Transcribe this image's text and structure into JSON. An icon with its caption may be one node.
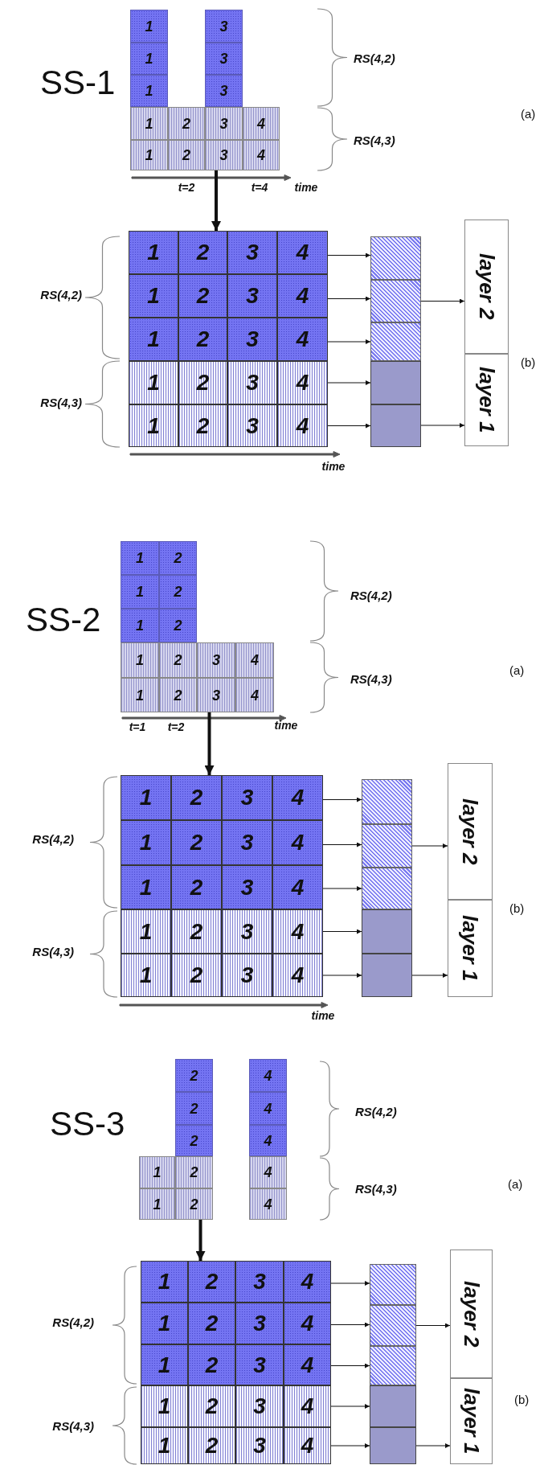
{
  "diagram": {
    "nodes": [
      {
        "text": [
          "1"
        ]
      },
      {
        "text": [
          "3"
        ]
      },
      {
        "text": [
          "1"
        ]
      },
      {
        "text": [
          "3"
        ]
      },
      {
        "text": [
          "1"
        ]
      },
      {
        "text": [
          "3"
        ]
      },
      {
        "text": [
          "1"
        ]
      },
      {
        "text": [
          "2"
        ]
      },
      {
        "text": [
          "3"
        ]
      },
      {
        "text": [
          "4"
        ]
      },
      {
        "text": [
          "1"
        ]
      },
      {
        "text": [
          "2"
        ]
      },
      {
        "text": [
          "3"
        ]
      },
      {
        "text": [
          "4"
        ]
      },
      {
        "text": [
          "1"
        ]
      },
      {
        "text": [
          "2"
        ]
      },
      {
        "text": [
          "3"
        ]
      },
      {
        "text": [
          "4"
        ]
      },
      {
        "text": [
          "1"
        ]
      },
      {
        "text": [
          "2"
        ]
      },
      {
        "text": [
          "3"
        ]
      },
      {
        "text": [
          "4"
        ]
      },
      {
        "text": [
          "1"
        ]
      },
      {
        "text": [
          "2"
        ]
      },
      {
        "text": [
          "3"
        ]
      },
      {
        "text": [
          "4"
        ]
      },
      {
        "text": [
          "1"
        ]
      },
      {
        "text": [
          "2"
        ]
      },
      {
        "text": [
          "3"
        ]
      },
      {
        "text": [
          "4"
        ]
      },
      {
        "text": [
          "1"
        ]
      },
      {
        "text": [
          "2"
        ]
      },
      {
        "text": [
          "3"
        ]
      },
      {
        "text": [
          "4"
        ]
      },
      {
        "text": [],
        "shape": "box"
      },
      {
        "text": [],
        "shape": "box"
      },
      {
        "text": [],
        "shape": "box"
      },
      {
        "text": [],
        "shape": "box"
      },
      {
        "text": [],
        "shape": "box"
      },
      {
        "text": [
          "layer 2"
        ]
      },
      {
        "text": [
          "layer 1"
        ]
      },
      {
        "text": [
          "1"
        ]
      },
      {
        "text": [
          "2"
        ]
      },
      {
        "text": [
          "1"
        ]
      },
      {
        "text": [
          "2"
        ]
      },
      {
        "text": [
          "1"
        ]
      },
      {
        "text": [
          "2"
        ]
      },
      {
        "text": [
          "1"
        ]
      },
      {
        "text": [
          "2"
        ]
      },
      {
        "text": [
          "3"
        ]
      },
      {
        "text": [
          "4"
        ]
      },
      {
        "text": [
          "1"
        ]
      },
      {
        "text": [
          "2"
        ]
      },
      {
        "text": [
          "3"
        ]
      },
      {
        "text": [
          "4"
        ]
      },
      {
        "text": [
          "1"
        ]
      },
      {
        "text": [
          "2"
        ]
      },
      {
        "text": [
          "3"
        ]
      },
      {
        "text": [
          "4"
        ]
      },
      {
        "text": [
          "1"
        ]
      },
      {
        "text": [
          "2"
        ]
      },
      {
        "text": [
          "3"
        ]
      },
      {
        "text": [
          "4"
        ]
      },
      {
        "text": [
          "1"
        ]
      },
      {
        "text": [
          "2"
        ]
      },
      {
        "text": [
          "3"
        ]
      },
      {
        "text": [
          "4"
        ]
      },
      {
        "text": [
          "1"
        ]
      },
      {
        "text": [
          "2"
        ]
      },
      {
        "text": [
          "3"
        ]
      },
      {
        "text": [
          "4"
        ]
      },
      {
        "text": [
          "1"
        ]
      },
      {
        "text": [
          "2"
        ]
      },
      {
        "text": [
          "3"
        ]
      },
      {
        "text": [
          "4"
        ]
      },
      {
        "text": [],
        "shape": "box"
      },
      {
        "text": [],
        "shape": "box"
      },
      {
        "text": [],
        "shape": "box"
      },
      {
        "text": [],
        "shape": "box"
      },
      {
        "text": [],
        "shape": "box"
      },
      {
        "text": [
          "layer 2"
        ]
      },
      {
        "text": [
          "layer 1"
        ]
      },
      {
        "text": [
          "2"
        ]
      },
      {
        "text": [
          "4"
        ]
      },
      {
        "text": [
          "2"
        ]
      },
      {
        "text": [
          "4"
        ]
      },
      {
        "text": [
          "2"
        ]
      },
      {
        "text": [
          "4"
        ]
      },
      {
        "text": [
          "1"
        ]
      },
      {
        "text": [
          "2"
        ]
      },
      {
        "text": [
          "4"
        ]
      },
      {
        "text": [
          "1"
        ]
      },
      {
        "text": [
          "2"
        ]
      },
      {
        "text": [
          "4"
        ]
      },
      {
        "text": [
          "1"
        ]
      },
      {
        "text": [
          "2"
        ]
      },
      {
        "text": [
          "3"
        ]
      },
      {
        "text": [
          "4"
        ]
      },
      {
        "text": [
          "1"
        ]
      },
      {
        "text": [
          "2"
        ]
      },
      {
        "text": [
          "3"
        ]
      },
      {
        "text": [
          "4"
        ]
      },
      {
        "text": [
          "1"
        ]
      },
      {
        "text": [
          "2"
        ]
      },
      {
        "text": [
          "3"
        ]
      },
      {
        "text": [
          "4"
        ]
      },
      {
        "text": [
          "1"
        ]
      },
      {
        "text": [
          "2"
        ]
      },
      {
        "text": [
          "3"
        ]
      },
      {
        "text": [
          "4"
        ]
      },
      {
        "text": [
          "1"
        ]
      },
      {
        "text": [
          "2"
        ]
      },
      {
        "text": [
          "3"
        ]
      },
      {
        "text": [
          "4"
        ]
      },
      {
        "text": [],
        "shape": "box"
      },
      {
        "text": [],
        "shape": "box"
      },
      {
        "text": [],
        "shape": "box"
      },
      {
        "text": [],
        "shape": "box"
      },
      {
        "text": [],
        "shape": "box"
      },
      {
        "text": [
          "layer 2"
        ]
      },
      {
        "text": [
          "layer 1"
        ]
      }
    ],
    "edges": [
      {
        "from": 12,
        "to": 15,
        "arrow": "to",
        "style": "thick"
      },
      {
        "from": 17,
        "to": 34,
        "arrow": "to"
      },
      {
        "from": 21,
        "to": 35,
        "arrow": "to"
      },
      {
        "from": 25,
        "to": 36,
        "arrow": "to"
      },
      {
        "from": 29,
        "to": 37,
        "arrow": "to"
      },
      {
        "from": 33,
        "to": 38,
        "arrow": "to"
      },
      {
        "from": 35,
        "to": 39,
        "arrow": "to"
      },
      {
        "from": 38,
        "to": 40,
        "arrow": "to"
      },
      {
        "from": 53,
        "to": 56,
        "arrow": "to",
        "style": "thick"
      },
      {
        "from": 58,
        "to": 75,
        "arrow": "to"
      },
      {
        "from": 62,
        "to": 76,
        "arrow": "to"
      },
      {
        "from": 66,
        "to": 77,
        "arrow": "to"
      },
      {
        "from": 70,
        "to": 78,
        "arrow": "to"
      },
      {
        "from": 74,
        "to": 79,
        "arrow": "to"
      },
      {
        "from": 76,
        "to": 80,
        "arrow": "to"
      },
      {
        "from": 79,
        "to": 81,
        "arrow": "to"
      },
      {
        "from": 92,
        "to": 95,
        "arrow": "to",
        "style": "thick"
      },
      {
        "from": 97,
        "to": 114,
        "arrow": "to"
      },
      {
        "from": 101,
        "to": 115,
        "arrow": "to"
      },
      {
        "from": 105,
        "to": 116,
        "arrow": "to"
      },
      {
        "from": 109,
        "to": 117,
        "arrow": "to"
      },
      {
        "from": 113,
        "to": 118,
        "arrow": "to"
      },
      {
        "from": 115,
        "to": 119,
        "arrow": "to"
      },
      {
        "from": 118,
        "to": 120,
        "arrow": "to"
      }
    ],
    "labels": [
      "SS-1",
      "RS(4,2)",
      "RS(4,3)",
      "(a)",
      "t=2",
      "t=4",
      "time",
      "RS(4,2)",
      "RS(4,3)",
      "(b)",
      "time",
      "SS-2",
      "RS(4,2)",
      "RS(4,3)",
      "(a)",
      "t=1",
      "t=2",
      "time",
      "RS(4,2)",
      "RS(4,3)",
      "(b)",
      "time",
      "SS-3",
      "RS(4,2)",
      "RS(4,3)",
      "(a)",
      "RS(4,2)",
      "RS(4,3)",
      "(b)"
    ]
  }
}
